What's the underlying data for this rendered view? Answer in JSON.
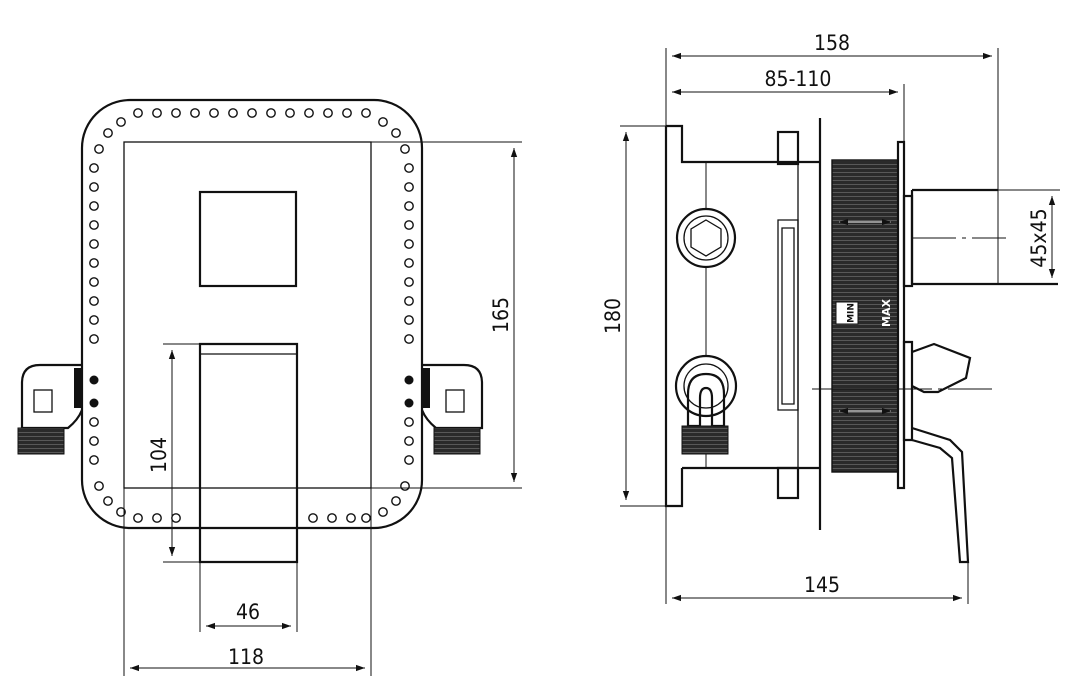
{
  "front_view": {
    "dim_width": "118",
    "dim_height": "165",
    "dim_lever_height": "104",
    "dim_lever_width": "46"
  },
  "side_view": {
    "dim_overall_depth": "158",
    "dim_adjustment": "85-110",
    "dim_height": "180",
    "dim_rosette": "45x45",
    "dim_depth": "145",
    "mark_min": "MIN",
    "mark_max": "MAX"
  }
}
